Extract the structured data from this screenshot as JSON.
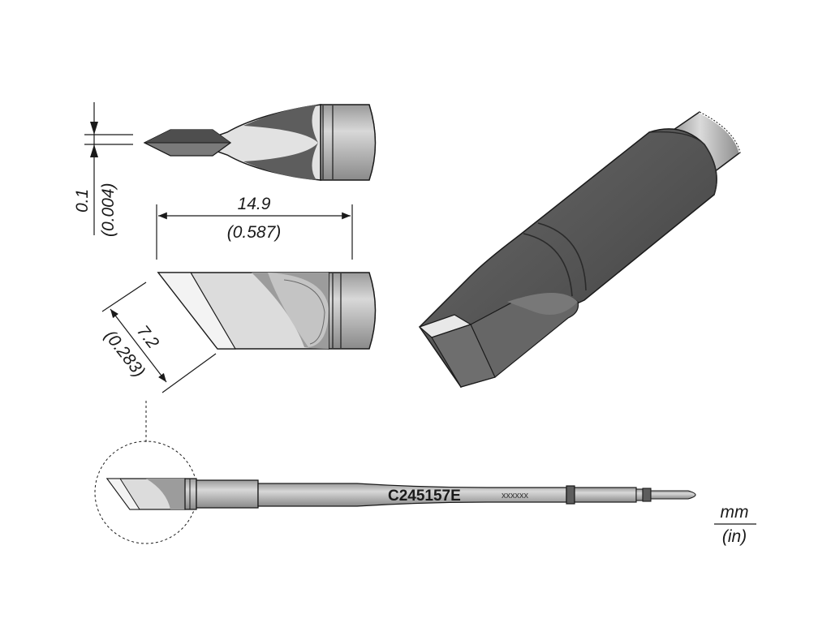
{
  "dimensions": {
    "thickness_mm": "0.1",
    "thickness_in": "(0.004)",
    "length_mm": "14.9",
    "length_in": "(0.587)",
    "width_mm": "7.2",
    "width_in": "(0.283)"
  },
  "cartridge": {
    "part_number": "C245157E",
    "batch_code": "xxxxxx"
  },
  "units": {
    "primary": "mm",
    "secondary": "(in)"
  },
  "colors": {
    "body_dark": "#5d5d5d",
    "body_light": "#d4d4d4",
    "line": "#1a1a1a"
  }
}
